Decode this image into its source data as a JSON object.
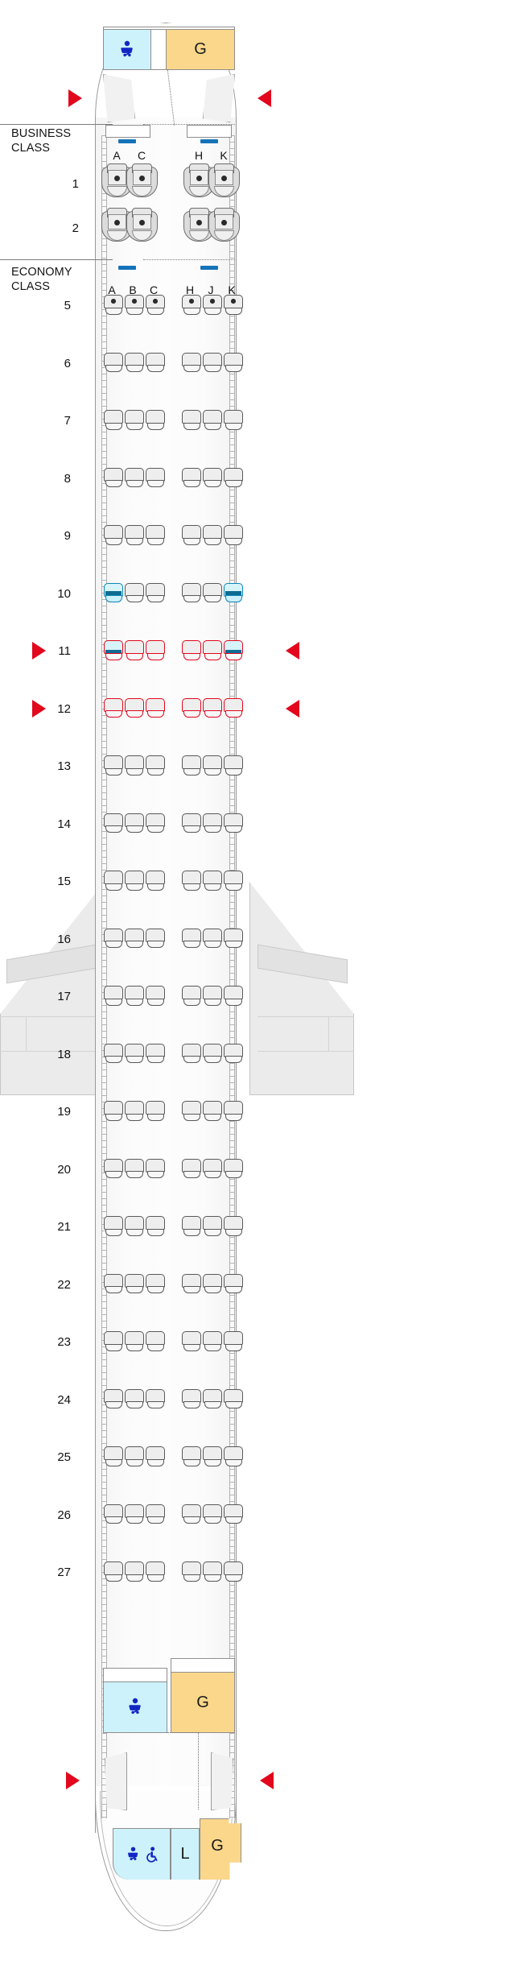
{
  "aircraft": {
    "title": "Aircraft seat map",
    "cabins": [
      {
        "id": "business",
        "label": "BUSINESS\nCLASS",
        "columns_left": [
          "A",
          "C"
        ],
        "columns_right": [
          "H",
          "K"
        ],
        "rows": [
          "1",
          "2"
        ]
      },
      {
        "id": "economy",
        "label": "ECONOMY\nCLASS",
        "columns_left": [
          "A",
          "B",
          "C"
        ],
        "columns_right": [
          "H",
          "J",
          "K"
        ],
        "rows": [
          "5",
          "6",
          "7",
          "8",
          "9",
          "10",
          "11",
          "12",
          "13",
          "14",
          "15",
          "16",
          "17",
          "18",
          "19",
          "20",
          "21",
          "22",
          "23",
          "24",
          "25",
          "26",
          "27"
        ]
      }
    ],
    "economy_rows": [
      {
        "num": "5",
        "type": "normal",
        "dots": true,
        "exit": false,
        "prefer": []
      },
      {
        "num": "6",
        "type": "normal",
        "dots": false,
        "exit": false,
        "prefer": []
      },
      {
        "num": "7",
        "type": "normal",
        "dots": false,
        "exit": false,
        "prefer": []
      },
      {
        "num": "8",
        "type": "normal",
        "dots": false,
        "exit": false,
        "prefer": []
      },
      {
        "num": "9",
        "type": "normal",
        "dots": false,
        "exit": false,
        "prefer": []
      },
      {
        "num": "10",
        "type": "normal",
        "dots": false,
        "exit": false,
        "prefer": [
          "A",
          "K"
        ]
      },
      {
        "num": "11",
        "type": "exit",
        "dots": false,
        "exit": true,
        "prefer": [
          "A",
          "K"
        ]
      },
      {
        "num": "12",
        "type": "exit",
        "dots": false,
        "exit": true,
        "prefer": []
      },
      {
        "num": "13",
        "type": "normal",
        "dots": false,
        "exit": false,
        "prefer": []
      },
      {
        "num": "14",
        "type": "normal",
        "dots": false,
        "exit": false,
        "prefer": []
      },
      {
        "num": "15",
        "type": "normal",
        "dots": false,
        "exit": false,
        "prefer": []
      },
      {
        "num": "16",
        "type": "normal",
        "dots": false,
        "exit": false,
        "prefer": []
      },
      {
        "num": "17",
        "type": "normal",
        "dots": false,
        "exit": false,
        "prefer": []
      },
      {
        "num": "18",
        "type": "normal",
        "dots": false,
        "exit": false,
        "prefer": []
      },
      {
        "num": "19",
        "type": "normal",
        "dots": false,
        "exit": false,
        "prefer": []
      },
      {
        "num": "20",
        "type": "normal",
        "dots": false,
        "exit": false,
        "prefer": []
      },
      {
        "num": "21",
        "type": "normal",
        "dots": false,
        "exit": false,
        "prefer": []
      },
      {
        "num": "22",
        "type": "normal",
        "dots": false,
        "exit": false,
        "prefer": []
      },
      {
        "num": "23",
        "type": "normal",
        "dots": false,
        "exit": false,
        "prefer": []
      },
      {
        "num": "24",
        "type": "normal",
        "dots": false,
        "exit": false,
        "prefer": []
      },
      {
        "num": "25",
        "type": "normal",
        "dots": false,
        "exit": false,
        "prefer": []
      },
      {
        "num": "26",
        "type": "normal",
        "dots": false,
        "exit": false,
        "prefer": []
      },
      {
        "num": "27",
        "type": "normal",
        "dots": false,
        "exit": false,
        "prefer": []
      }
    ],
    "business_rows": [
      {
        "num": "1",
        "dots": true
      },
      {
        "num": "2",
        "dots": true
      }
    ],
    "facilities": [
      {
        "id": "fwd-lavatory",
        "kind": "lavatory",
        "label": "",
        "icons": [
          "baby-changing-icon"
        ]
      },
      {
        "id": "fwd-galley",
        "kind": "galley",
        "label": "G",
        "icons": []
      },
      {
        "id": "aft-lavatory",
        "kind": "lavatory",
        "label": "",
        "icons": [
          "baby-changing-icon"
        ]
      },
      {
        "id": "aft-galley",
        "kind": "galley",
        "label": "G",
        "icons": []
      },
      {
        "id": "rear-lavatory-accessible",
        "kind": "lavatory",
        "label": "",
        "icons": [
          "baby-changing-icon",
          "wheelchair-icon"
        ]
      },
      {
        "id": "rear-closet",
        "kind": "lavatory",
        "label": "L",
        "icons": []
      },
      {
        "id": "rear-galley",
        "kind": "galley",
        "label": "G",
        "icons": []
      }
    ],
    "exits": [
      {
        "id": "exit-fwd",
        "side": "both",
        "arrow": "exit-arrow-icon"
      },
      {
        "id": "exit-ow-1",
        "side": "both",
        "arrow": "exit-arrow-icon",
        "row": "11"
      },
      {
        "id": "exit-ow-2",
        "side": "both",
        "arrow": "exit-arrow-icon",
        "row": "12"
      },
      {
        "id": "exit-aft",
        "side": "both",
        "arrow": "exit-arrow-icon"
      }
    ],
    "colors": {
      "exit_red": "#e2071c",
      "preferred_blue": "#0e86b5",
      "preferred_fill": "#cdf0fa",
      "lavatory_fill": "#cdf2fb",
      "galley_fill": "#fbd78b",
      "marker_blue": "#1573b8",
      "seat_outline": "#595959",
      "icon_blue": "#1226c4"
    }
  }
}
